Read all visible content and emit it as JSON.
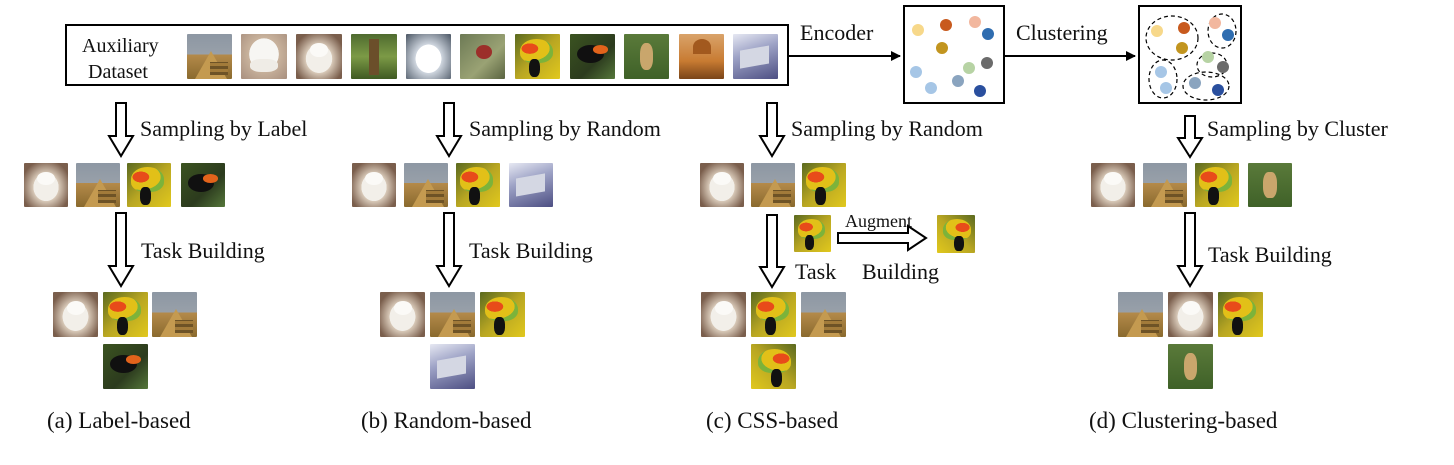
{
  "top": {
    "dataset_label_line1": "Auxiliary",
    "dataset_label_line2": "Dataset",
    "encoder_label": "Encoder",
    "clustering_label": "Clustering"
  },
  "embedding_dot_colors": [
    "#f7d88a",
    "#c85a1e",
    "#f2b79e",
    "#2f6db0",
    "#c2951f",
    "#a6c6e6",
    "#8aa4bf",
    "#6b6b6b",
    "#b7d3a4",
    "#2a4f9e"
  ],
  "columns": {
    "a": {
      "sampling_label": "Sampling by Label",
      "task_label": "Task Building",
      "caption": "(a) Label-based"
    },
    "b": {
      "sampling_label": "Sampling by Random",
      "task_label": "Task Building",
      "caption": "(b) Random-based"
    },
    "c": {
      "sampling_label": "Sampling by Random",
      "augment_label": "Augment",
      "task_label_1": "Task",
      "task_label_2": "Building",
      "caption": "(c) CSS-based"
    },
    "d": {
      "sampling_label": "Sampling by Cluster",
      "task_label": "Task Building",
      "caption": "(d) Clustering-based"
    }
  }
}
